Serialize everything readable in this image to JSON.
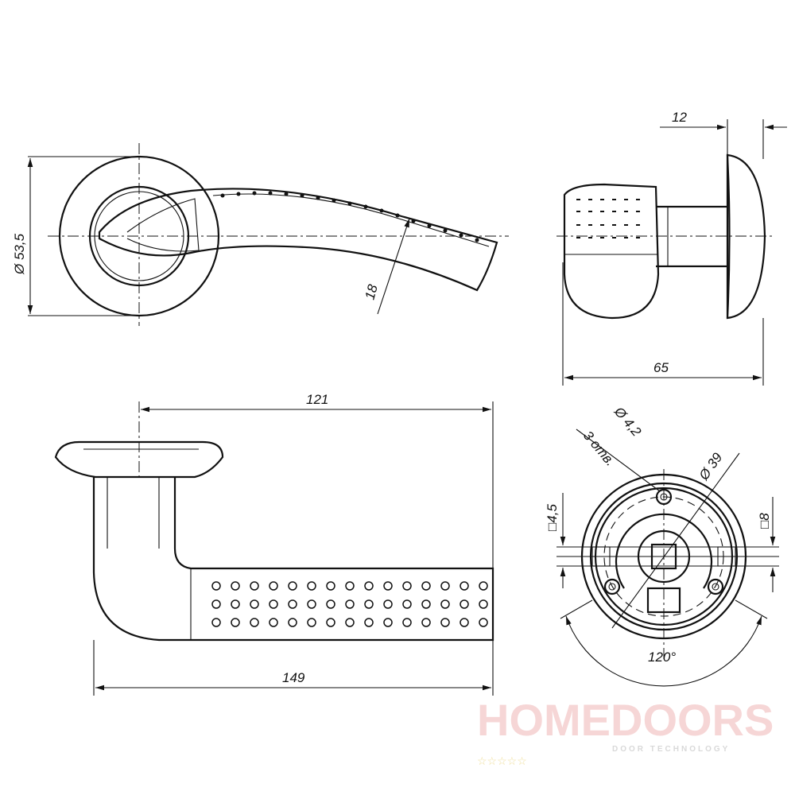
{
  "drawing": {
    "front_view": {
      "diameter_label": "Ø 53,5",
      "width_label": "18"
    },
    "side_view": {
      "rosette_thickness_label": "12",
      "depth_label": "65"
    },
    "top_view": {
      "length_inner_label": "121",
      "length_total_label": "149"
    },
    "rosette_view": {
      "hole_label": "Ø 4,2",
      "hole_count_label": "3 отв.",
      "bolt_circle_label": "Ø 39",
      "square_small_label": "□4,5",
      "square_large_label": "□8",
      "angle_label": "120°"
    }
  },
  "watermark": {
    "brand": "HOMEDOORS",
    "tagline": "DOOR TECHNOLOGY",
    "stars": "☆☆☆☆☆"
  }
}
